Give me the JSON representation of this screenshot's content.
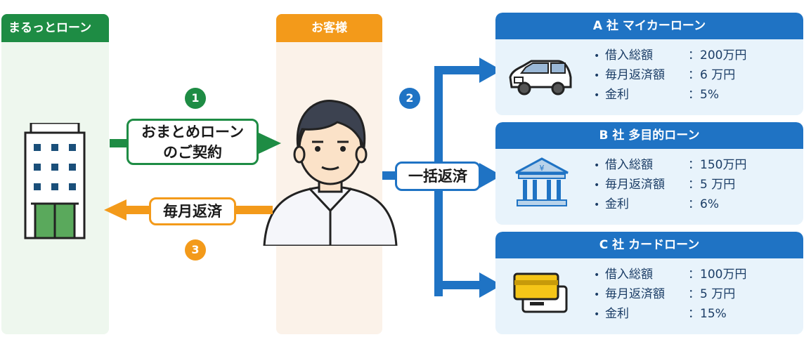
{
  "left_panel": {
    "title": "まるっとローン"
  },
  "middle_panel": {
    "title": "お客様"
  },
  "steps": {
    "step1": {
      "number": "1",
      "label_line1": "おまとめローン",
      "label_line2": "のご契約"
    },
    "step2": {
      "number": "2",
      "label": "一括返済"
    },
    "step3": {
      "number": "3",
      "label": "毎月返済"
    }
  },
  "loans": [
    {
      "title": "A 社 マイカーローン",
      "icon": "car-icon",
      "rows": [
        {
          "label": "借入総額",
          "value": "200万円"
        },
        {
          "label": "毎月返済額",
          "value": "6 万円"
        },
        {
          "label": "金利",
          "value": "5%"
        }
      ]
    },
    {
      "title": "B 社 多目的ローン",
      "icon": "bank-icon",
      "rows": [
        {
          "label": "借入総額",
          "value": "150万円"
        },
        {
          "label": "毎月返済額",
          "value": "5 万円"
        },
        {
          "label": "金利",
          "value": "6%"
        }
      ]
    },
    {
      "title": "C 社 カードローン",
      "icon": "card-icon",
      "rows": [
        {
          "label": "借入総額",
          "value": "100万円"
        },
        {
          "label": "毎月返済額",
          "value": "5 万円"
        },
        {
          "label": "金利",
          "value": "15%"
        }
      ]
    }
  ],
  "colors": {
    "green": "#1e8c44",
    "orange": "#f39a1a",
    "blue": "#1f73c4"
  }
}
